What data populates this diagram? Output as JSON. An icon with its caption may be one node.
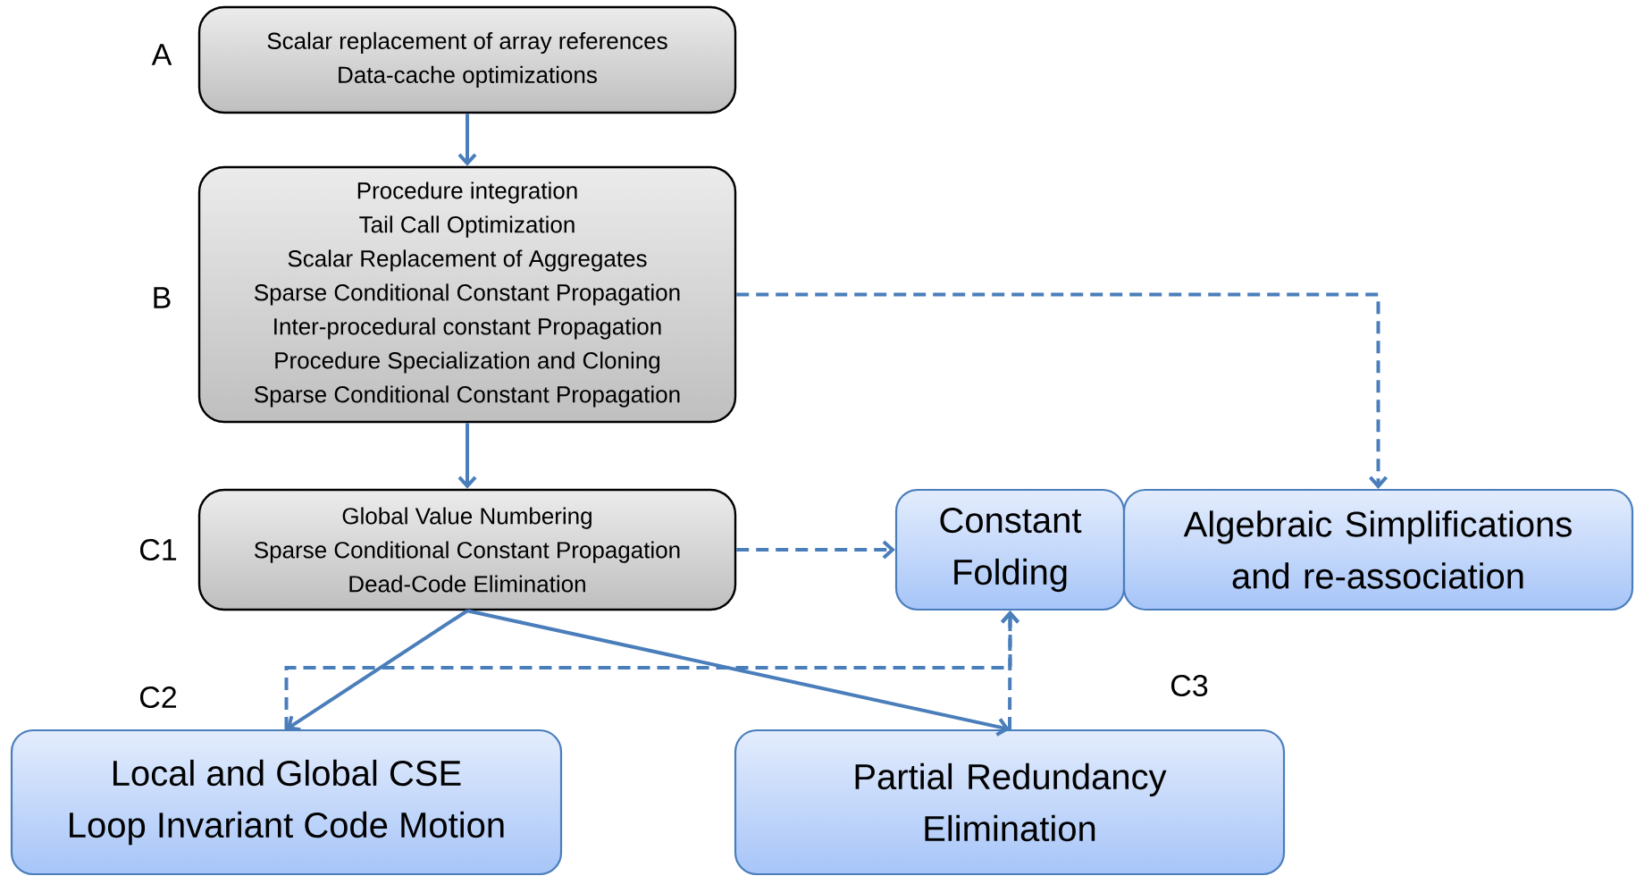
{
  "diagram": {
    "nodes": [
      {
        "text": [
          "Scalar replacement of array references",
          "Data-cache optimizations"
        ],
        "beside": [
          "A"
        ]
      },
      {
        "text": [
          "Procedure integration",
          "Tail Call Optimization",
          "Scalar Replacement of Aggregates",
          "Sparse Conditional Constant Propagation",
          "Inter-procedural constant Propagation",
          "Procedure Specialization and Cloning",
          "Sparse Conditional Constant Propagation"
        ],
        "beside": [
          "B"
        ]
      },
      {
        "text": [
          "Global Value Numbering",
          "Sparse Conditional Constant Propagation",
          "Dead-Code Elimination"
        ],
        "beside": [
          "C1"
        ]
      },
      {
        "text": [
          "Constant Folding"
        ]
      },
      {
        "text": [
          "Algebraic Simplifications and re-association"
        ]
      },
      {
        "text": [
          "Local and Global CSE",
          "Loop Invariant Code Motion"
        ],
        "beside": [
          "C2"
        ]
      },
      {
        "text": [
          "Partial Redundancy Elimination"
        ],
        "beside": [
          "C3"
        ]
      }
    ],
    "edges": [
      {
        "from": 0,
        "to": 1,
        "arrow": "to"
      },
      {
        "from": 1,
        "to": 2,
        "arrow": "to"
      },
      {
        "from": 1,
        "to": 4,
        "arrow": "to",
        "style": "dashed"
      },
      {
        "from": 2,
        "to": 3,
        "arrow": "to",
        "style": "dashed"
      },
      {
        "from": 2,
        "to": 5,
        "arrow": "to"
      },
      {
        "from": 2,
        "to": 6,
        "arrow": "to"
      },
      {
        "from": 5,
        "to": 3,
        "arrow": "to",
        "style": "dashed"
      },
      {
        "from": 6,
        "to": 3,
        "arrow": "to",
        "style": "dashed"
      }
    ]
  }
}
